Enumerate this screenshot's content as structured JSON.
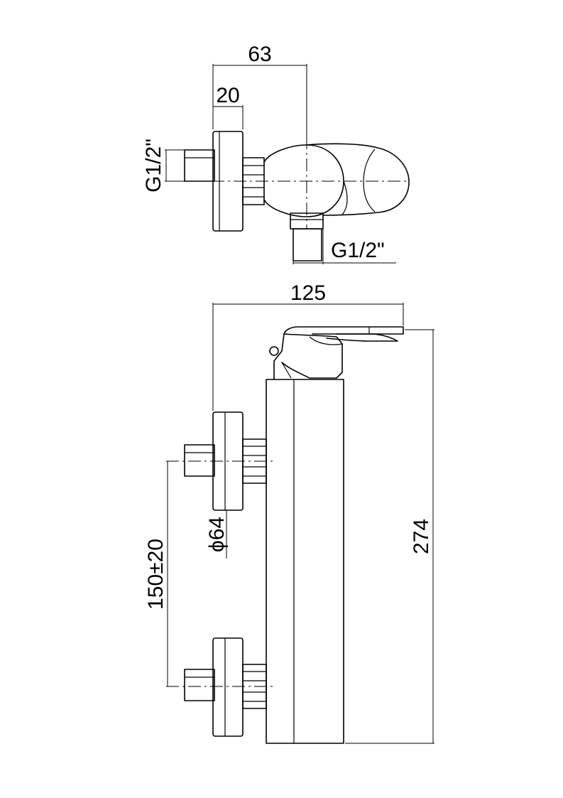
{
  "dimensions": {
    "depth_total": "63",
    "flange_thickness": "20",
    "inlet_thread": "G1/2\"",
    "outlet_thread": "G1/2\"",
    "width_total": "125",
    "flange_diameter": "ϕ64",
    "center_distance": "150±20",
    "height_total": "274"
  }
}
